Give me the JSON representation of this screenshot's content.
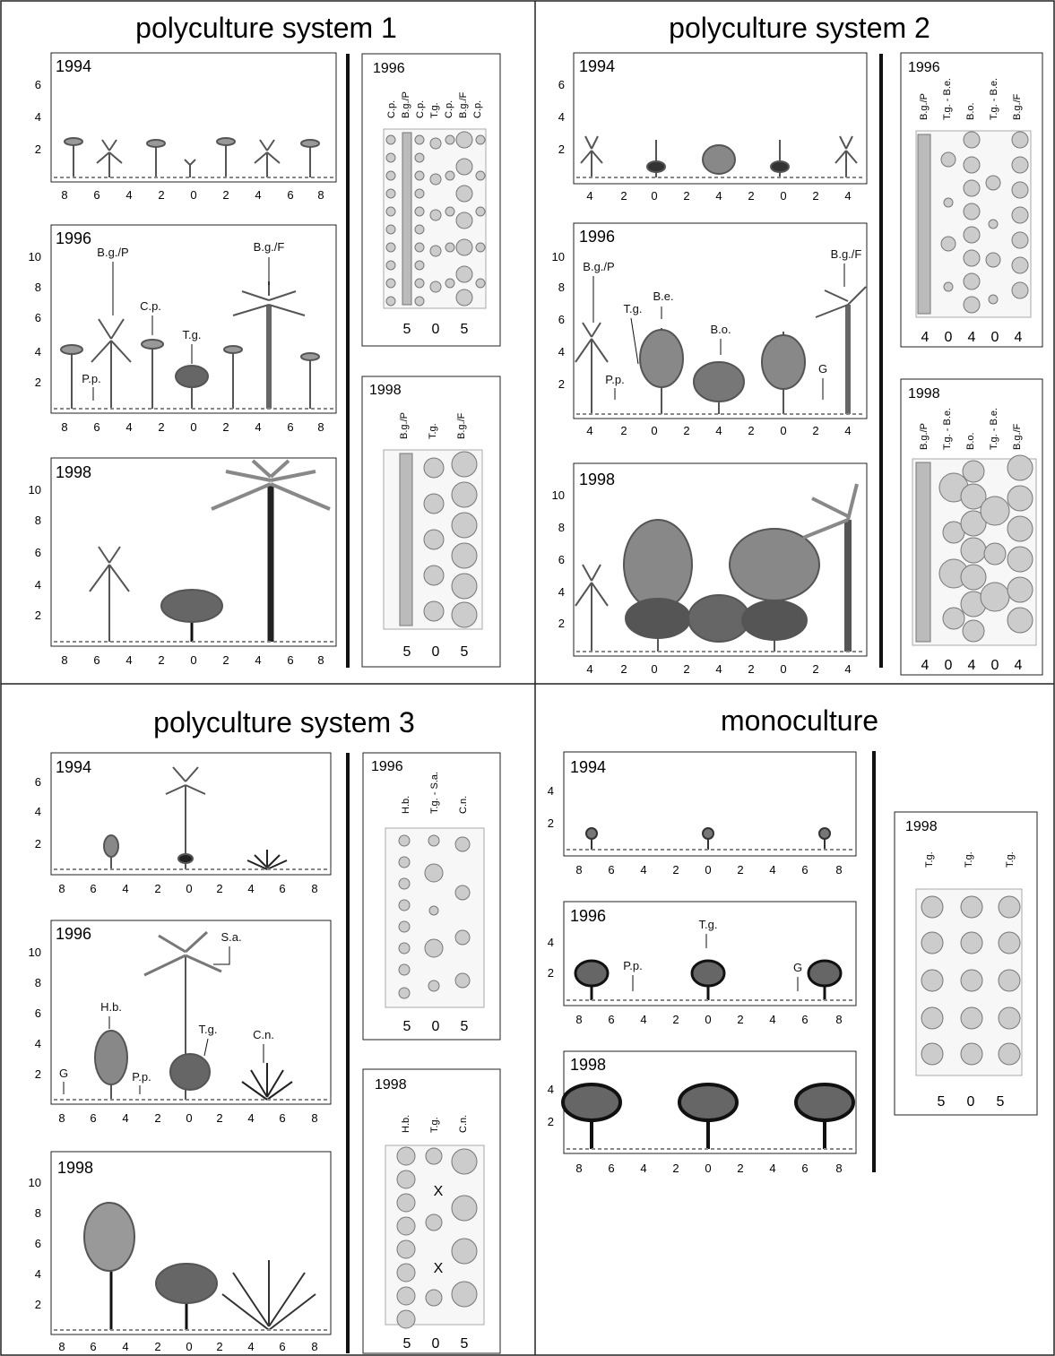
{
  "systems": [
    {
      "title": "polyculture system 1",
      "profiles": [
        {
          "year": "1994",
          "yticks": [
            "2",
            "4",
            "6"
          ],
          "xticks": [
            "8",
            "6",
            "4",
            "2",
            "0",
            "2",
            "4",
            "6",
            "8"
          ],
          "labels": []
        },
        {
          "year": "1996",
          "yticks": [
            "2",
            "4",
            "6",
            "8",
            "10"
          ],
          "xticks": [
            "8",
            "6",
            "4",
            "2",
            "0",
            "2",
            "4",
            "6",
            "8"
          ],
          "labels": [
            "B.g./P",
            "C.p.",
            "T.g.",
            "P.p.",
            "B.g./F"
          ]
        },
        {
          "year": "1998",
          "yticks": [
            "2",
            "4",
            "6",
            "8",
            "10"
          ],
          "xticks": [
            "8",
            "6",
            "4",
            "2",
            "0",
            "2",
            "4",
            "6",
            "8"
          ],
          "labels": []
        }
      ],
      "plans": [
        {
          "year": "1996",
          "columns": [
            "C.p.",
            "B.g./P",
            "C.p.",
            "T.g.",
            "C.p.",
            "B.g./F",
            "C.p."
          ],
          "xticks": [
            "5",
            "0",
            "5"
          ]
        },
        {
          "year": "1998",
          "columns": [
            "B.g./P",
            "T.g.",
            "B.g./F"
          ],
          "xticks": [
            "5",
            "0",
            "5"
          ]
        }
      ]
    },
    {
      "title": "polyculture system 2",
      "profiles": [
        {
          "year": "1994",
          "yticks": [
            "2",
            "4",
            "6"
          ],
          "xticks": [
            "4",
            "2",
            "0",
            "2",
            "4",
            "2",
            "0",
            "2",
            "4"
          ],
          "labels": []
        },
        {
          "year": "1996",
          "yticks": [
            "2",
            "4",
            "6",
            "8",
            "10"
          ],
          "xticks": [
            "4",
            "2",
            "0",
            "2",
            "4",
            "2",
            "0",
            "2",
            "4"
          ],
          "labels": [
            "B.g./P",
            "T.g.",
            "B.e.",
            "P.p.",
            "B.o.",
            "G",
            "B.g./F"
          ]
        },
        {
          "year": "1998",
          "yticks": [
            "2",
            "4",
            "6",
            "8",
            "10"
          ],
          "xticks": [
            "4",
            "2",
            "0",
            "2",
            "4",
            "2",
            "0",
            "2",
            "4"
          ],
          "labels": []
        }
      ],
      "plans": [
        {
          "year": "1996",
          "columns": [
            "B.g./P",
            "T.g. - B.e.",
            "B.o.",
            "T.g. - B.e.",
            "B.g./F"
          ],
          "xticks": [
            "4",
            "0",
            "4",
            "0",
            "4"
          ]
        },
        {
          "year": "1998",
          "columns": [
            "B.g./P",
            "T.g. - B.e.",
            "B.o.",
            "T.g. - B.e.",
            "B.g./F"
          ],
          "xticks": [
            "4",
            "0",
            "4",
            "0",
            "4"
          ]
        }
      ]
    },
    {
      "title": "polyculture system 3",
      "profiles": [
        {
          "year": "1994",
          "yticks": [
            "2",
            "4",
            "6"
          ],
          "xticks": [
            "8",
            "6",
            "4",
            "2",
            "0",
            "2",
            "4",
            "6",
            "8"
          ],
          "labels": []
        },
        {
          "year": "1996",
          "yticks": [
            "2",
            "4",
            "6",
            "8",
            "10"
          ],
          "xticks": [
            "8",
            "6",
            "4",
            "2",
            "0",
            "2",
            "4",
            "6",
            "8"
          ],
          "labels": [
            "S.a.",
            "H.b.",
            "T.g.",
            "C.n.",
            "G",
            "P.p."
          ]
        },
        {
          "year": "1998",
          "yticks": [
            "2",
            "4",
            "6",
            "8",
            "10"
          ],
          "xticks": [
            "8",
            "6",
            "4",
            "2",
            "0",
            "2",
            "4",
            "6",
            "8"
          ],
          "labels": []
        }
      ],
      "plans": [
        {
          "year": "1996",
          "columns": [
            "H.b.",
            "T.g. - S.a.",
            "C.n."
          ],
          "xticks": [
            "5",
            "0",
            "5"
          ]
        },
        {
          "year": "1998",
          "columns": [
            "H.b.",
            "T.g.",
            "C.n."
          ],
          "xticks": [
            "5",
            "0",
            "5"
          ],
          "marks": [
            "X",
            "X"
          ]
        }
      ]
    },
    {
      "title": "monoculture",
      "profiles": [
        {
          "year": "1994",
          "yticks": [
            "2",
            "4"
          ],
          "xticks": [
            "8",
            "6",
            "4",
            "2",
            "0",
            "2",
            "4",
            "6",
            "8"
          ],
          "labels": []
        },
        {
          "year": "1996",
          "yticks": [
            "2",
            "4"
          ],
          "xticks": [
            "8",
            "6",
            "4",
            "2",
            "0",
            "2",
            "4",
            "6",
            "8"
          ],
          "labels": [
            "T.g.",
            "P.p.",
            "G"
          ]
        },
        {
          "year": "1998",
          "yticks": [
            "2",
            "4"
          ],
          "xticks": [
            "8",
            "6",
            "4",
            "2",
            "0",
            "2",
            "4",
            "6",
            "8"
          ],
          "labels": []
        }
      ],
      "plans": [
        {
          "year": "1998",
          "columns": [
            "T.g.",
            "T.g.",
            "T.g."
          ],
          "xticks": [
            "5",
            "0",
            "5"
          ]
        }
      ]
    }
  ]
}
